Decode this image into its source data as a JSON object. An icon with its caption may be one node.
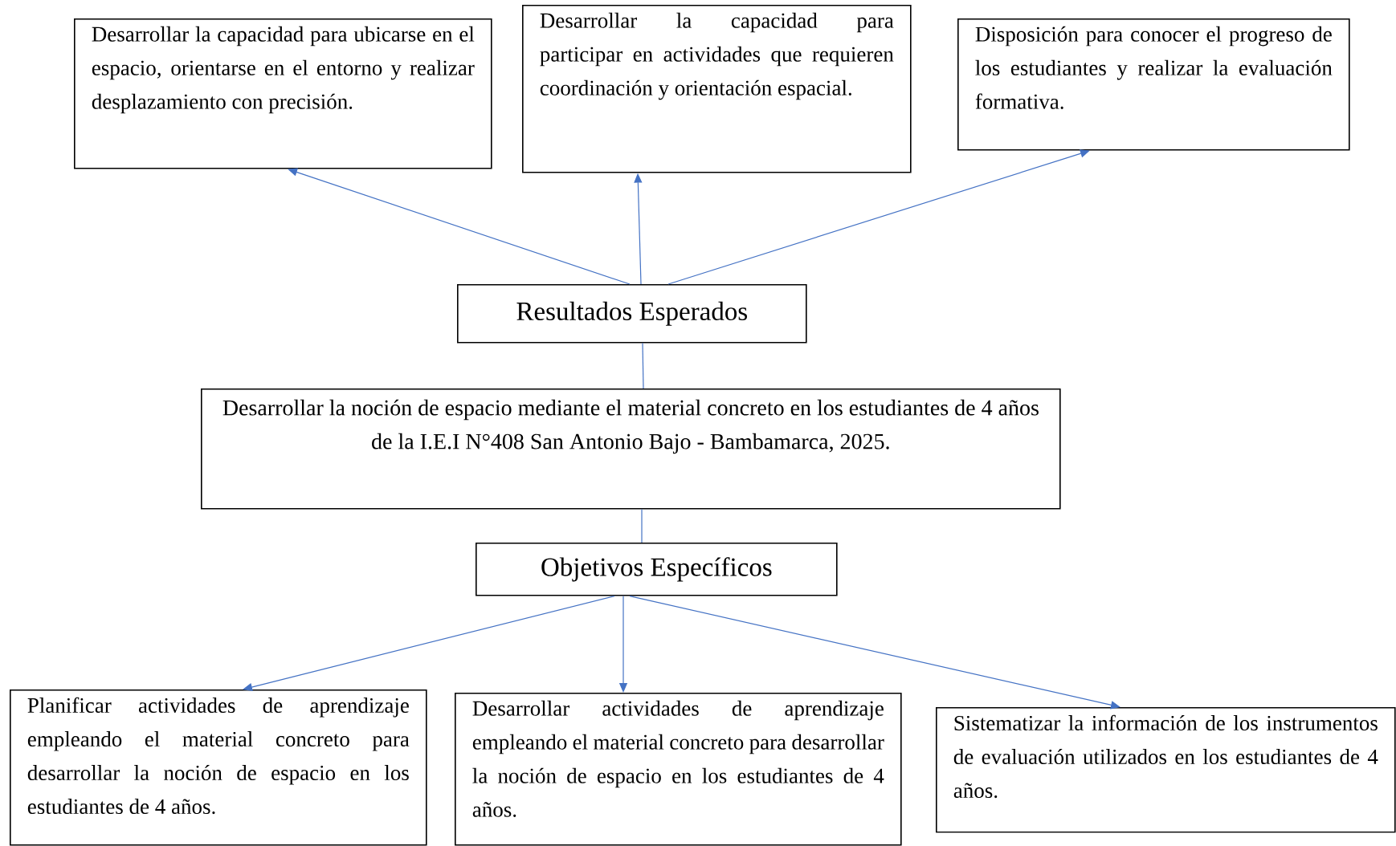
{
  "diagram": {
    "nodes": [
      {
        "text": [
          "Desarrollar la capacidad para ubicarse en el espacio, orientarse en el entorno y realizar desplazamiento con precisión."
        ]
      },
      {
        "text": [
          "Desarrollar la capacidad para participar en actividades que requieren coordinación y orientación espacial."
        ]
      },
      {
        "text": [
          "Disposición para conocer el progreso de los estudiantes y realizar la evaluación formativa."
        ]
      },
      {
        "text": [
          "Resultados Esperados"
        ]
      },
      {
        "text": [
          "Desarrollar la noción de espacio mediante el material concreto en los estudiantes de 4 años de la I.E.I N°408 San Antonio Bajo - Bambamarca, 2025."
        ]
      },
      {
        "text": [
          "Objetivos Específicos"
        ]
      },
      {
        "text": [
          "Planificar actividades de aprendizaje empleando el material concreto para desarrollar la noción de espacio en los estudiantes de 4 años."
        ]
      },
      {
        "text": [
          "Desarrollar actividades de aprendizaje empleando el material concreto para desarrollar la noción de espacio en los estudiantes de 4 años."
        ]
      },
      {
        "text": [
          "Sistematizar la información de los instrumentos de evaluación utilizados en los estudiantes de 4 años."
        ]
      }
    ],
    "edges": [
      {
        "from": 3,
        "to": 0,
        "arrow": "to"
      },
      {
        "from": 3,
        "to": 1,
        "arrow": "to"
      },
      {
        "from": 3,
        "to": 2,
        "arrow": "to"
      },
      {
        "from": 3,
        "to": 4,
        "arrow": "none"
      },
      {
        "from": 4,
        "to": 5,
        "arrow": "none"
      },
      {
        "from": 5,
        "to": 6,
        "arrow": "to"
      },
      {
        "from": 5,
        "to": 7,
        "arrow": "to"
      },
      {
        "from": 5,
        "to": 8,
        "arrow": "to"
      }
    ]
  }
}
